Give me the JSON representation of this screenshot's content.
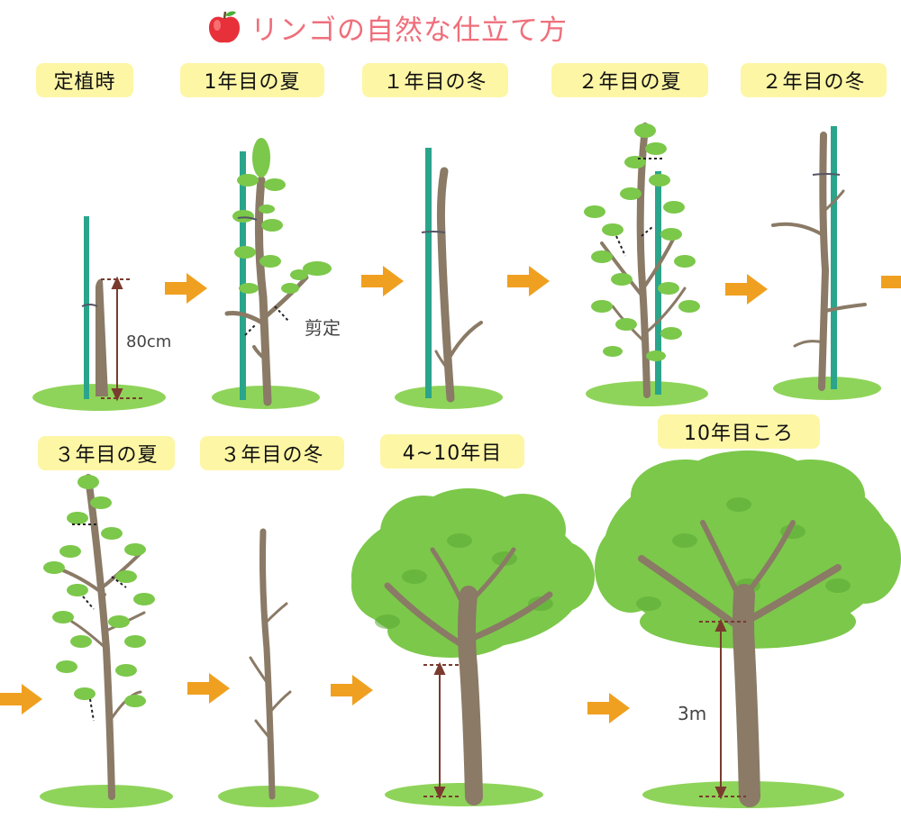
{
  "title": {
    "icon": "apple-icon",
    "text": "リンゴの自然な仕立て方"
  },
  "stages": [
    "定植時",
    "1年目の夏",
    "１年目の冬",
    "２年目の夏",
    "２年目の冬",
    "３年目の夏",
    "３年目の冬",
    "4~10年目",
    "10年目ころ"
  ],
  "annotations": {
    "planting_height": "80cm",
    "prune_label": "剪定",
    "mature_height": "3m"
  },
  "colors": {
    "title": "#ef6f7b",
    "label_bg": "#fdf6a5",
    "arrow": "#f0a020",
    "leaf": "#7cc84a",
    "leaf_dark": "#5aa836",
    "grass": "#8fd45a",
    "trunk": "#8a7a66",
    "stake": "#2aa58c",
    "measure": "#7a3b2e"
  }
}
